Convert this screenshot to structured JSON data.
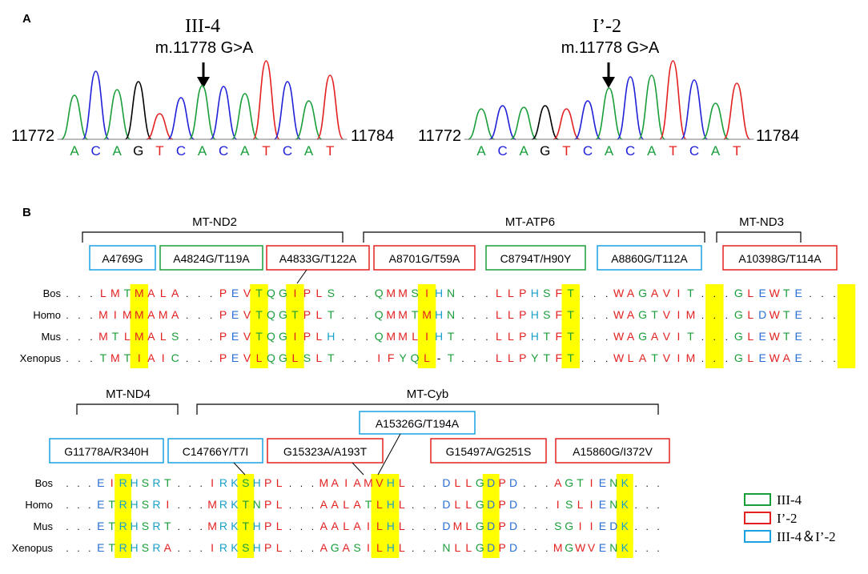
{
  "panel_a": {
    "label": "A",
    "left": {
      "sample": "III-4",
      "mutation": "m.11778 G>A",
      "start": "11772",
      "end": "11784"
    },
    "right": {
      "sample": "I’-2",
      "mutation": "m.11778 G>A",
      "start": "11772",
      "end": "11784"
    },
    "bases": [
      "A",
      "C",
      "A",
      "G",
      "T",
      "C",
      "A",
      "C",
      "A",
      "T",
      "C",
      "A",
      "T"
    ]
  },
  "panel_b": {
    "label": "B",
    "genes_top": [
      "MT-ND2",
      "MT-ATP6",
      "MT-ND3"
    ],
    "genes_bottom": [
      "MT-ND4",
      "MT-Cyb"
    ],
    "variants_top": [
      {
        "text": "A4769G",
        "group": "both"
      },
      {
        "text": "A4824G/T119A",
        "group": "iii4"
      },
      {
        "text": "A4833G/T122A",
        "group": "i2"
      },
      {
        "text": "A8701G/T59A",
        "group": "i2"
      },
      {
        "text": "C8794T/H90Y",
        "group": "iii4"
      },
      {
        "text": "A8860G/T112A",
        "group": "both"
      },
      {
        "text": "A10398G/T114A",
        "group": "i2"
      }
    ],
    "variants_bottom": [
      {
        "text": "G11778A/R340H",
        "group": "both"
      },
      {
        "text": "C14766Y/T7I",
        "group": "both"
      },
      {
        "text": "G15323A/A193T",
        "group": "i2"
      },
      {
        "text": "A15326G/T194A",
        "group": "both"
      },
      {
        "text": "G15497A/G251S",
        "group": "i2"
      },
      {
        "text": "A15860G/I372V",
        "group": "i2"
      }
    ],
    "species": [
      "Bos",
      "Homo",
      "Mus",
      "Xenopus"
    ],
    "align_top": [
      "...LMTMALA...PEVTQGIPLS...QMMSIHN...LLPHSFT...WAGAVIT...GLEWTE...",
      "...MIMMAMA...PEVTQGTPLT...QMMTMHN...LLPHSFT...WAGTVIM...GLDWTE...",
      "...MTLMALS...PEVTQGIPLH...QMMLIHT...LLPHTFT...WAGAVIT...GLEWTE...",
      "...TMTIAIC...PEVLQGLSLT...IFYQL-T...LLPYTFT...WLATVIM...GLEWAE..."
    ],
    "align_bottom": [
      "...EIRHSRT...IRKSHPL...MAIAMVHL...DLLGDPD...AGTIENK...",
      "...ETRHSRI...MRKTNPL...AALATLHL...DLLGDPD...ISLIENK...",
      "...ETRHSRT...MRKTHPL...AALAILHL...DMLGDPD...SGIIEDK...",
      "...ETRHSRA...IRKSHPL...AGASILHL...NLLGDPD...MGWVENK..."
    ]
  },
  "legend": [
    {
      "text": "III-4",
      "color": "#1a9e3a"
    },
    {
      "text": "I’-2",
      "color": "#e32020"
    },
    {
      "text": "III-4＆I’-2",
      "color": "#1ba1e2"
    }
  ],
  "colors": {
    "A": "#1a9e3a",
    "C": "#2020d8",
    "G": "#000000",
    "T": "#e32020",
    "highlight": "#ffff00",
    "aa_acidic": "#2a6fd6",
    "aa_hydrophobic": "#e32020",
    "aa_polar": "#1a9e3a",
    "aa_basic": "#e040c0",
    "aa_other": "#e8a000"
  }
}
